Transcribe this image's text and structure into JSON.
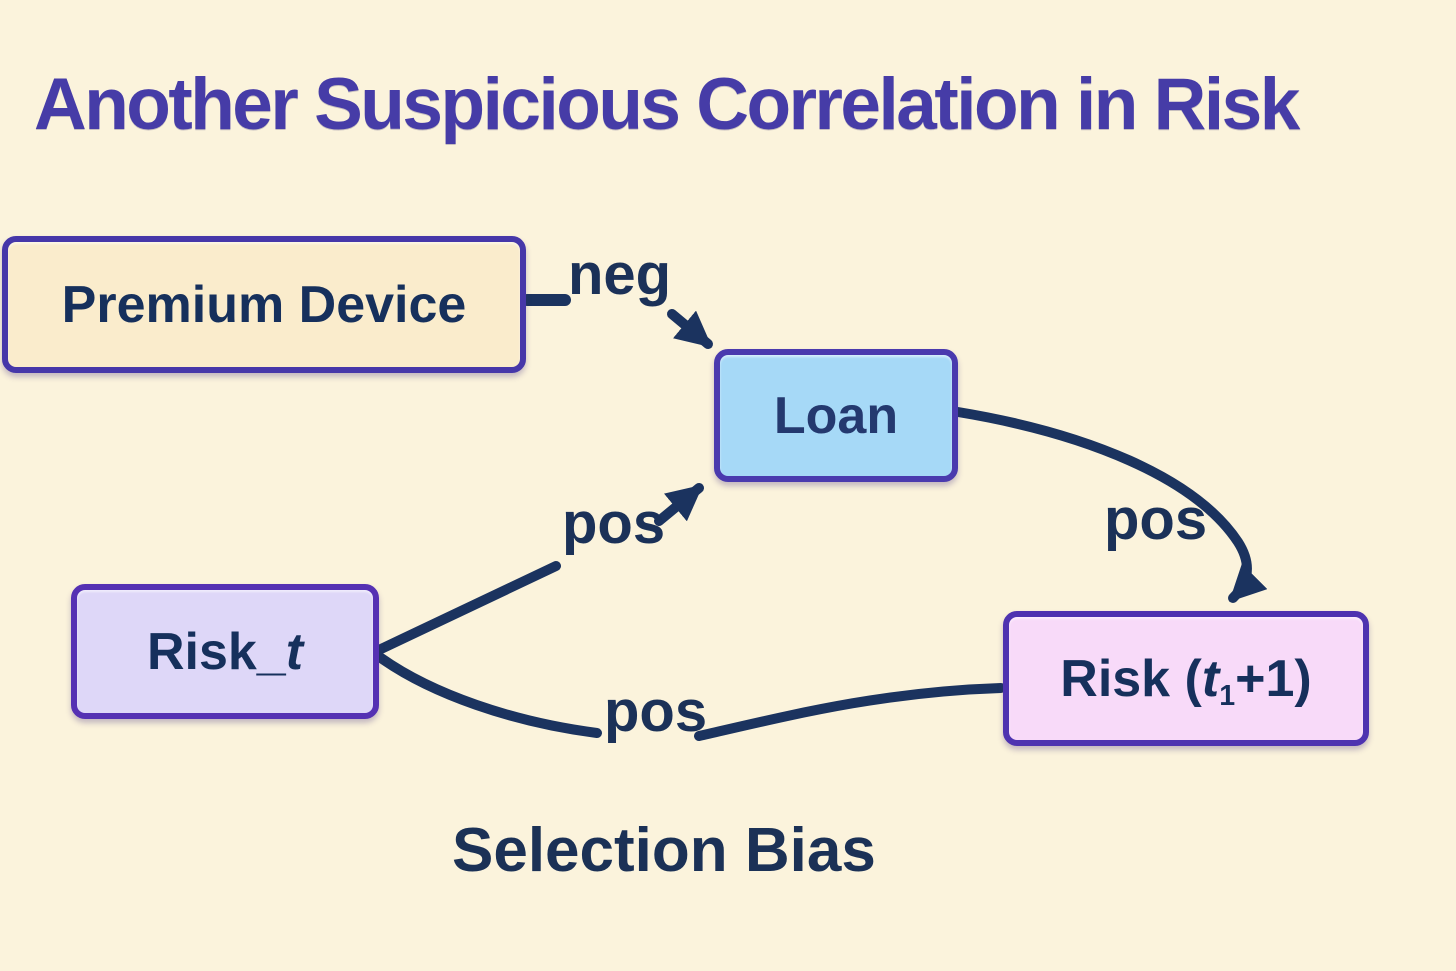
{
  "title": "Another Suspicious Correlation in Risk",
  "caption": "Selection Bias",
  "nodes": {
    "premium_device": {
      "label": "Premium Device"
    },
    "loan": {
      "label": "Loan"
    },
    "risk_t": {
      "prefix": "Risk_",
      "italic": "t"
    },
    "risk_t1": {
      "prefix": "Risk (",
      "italic": "t",
      "sub": "1",
      "suffix": "+1)"
    }
  },
  "edges": {
    "premium_to_loan": {
      "label": "neg",
      "sign": "negative",
      "from": "Premium Device",
      "to": "Loan",
      "arrowhead": true
    },
    "riskt_to_loan": {
      "label": "pos",
      "sign": "positive",
      "from": "Risk_t",
      "to": "Loan",
      "arrowhead": true
    },
    "loan_to_riskt1": {
      "label": "pos",
      "sign": "positive",
      "from": "Loan",
      "to": "Risk (t+1)",
      "arrowhead": true
    },
    "riskt_to_riskt1": {
      "label": "pos",
      "sign": "positive",
      "from": "Risk_t",
      "to": "Risk (t+1)",
      "arrowhead": false
    }
  },
  "colors": {
    "background": "#fbf3dc",
    "title": "#463ca7",
    "ink": "#1b3158",
    "edge": "#1b335f",
    "node_border": "#4c36af",
    "premium_fill": "#faeccc",
    "loan_fill": "#a6d9f7",
    "risk_t_fill": "#ded7f8",
    "risk_t1_fill": "#f8daf9"
  }
}
